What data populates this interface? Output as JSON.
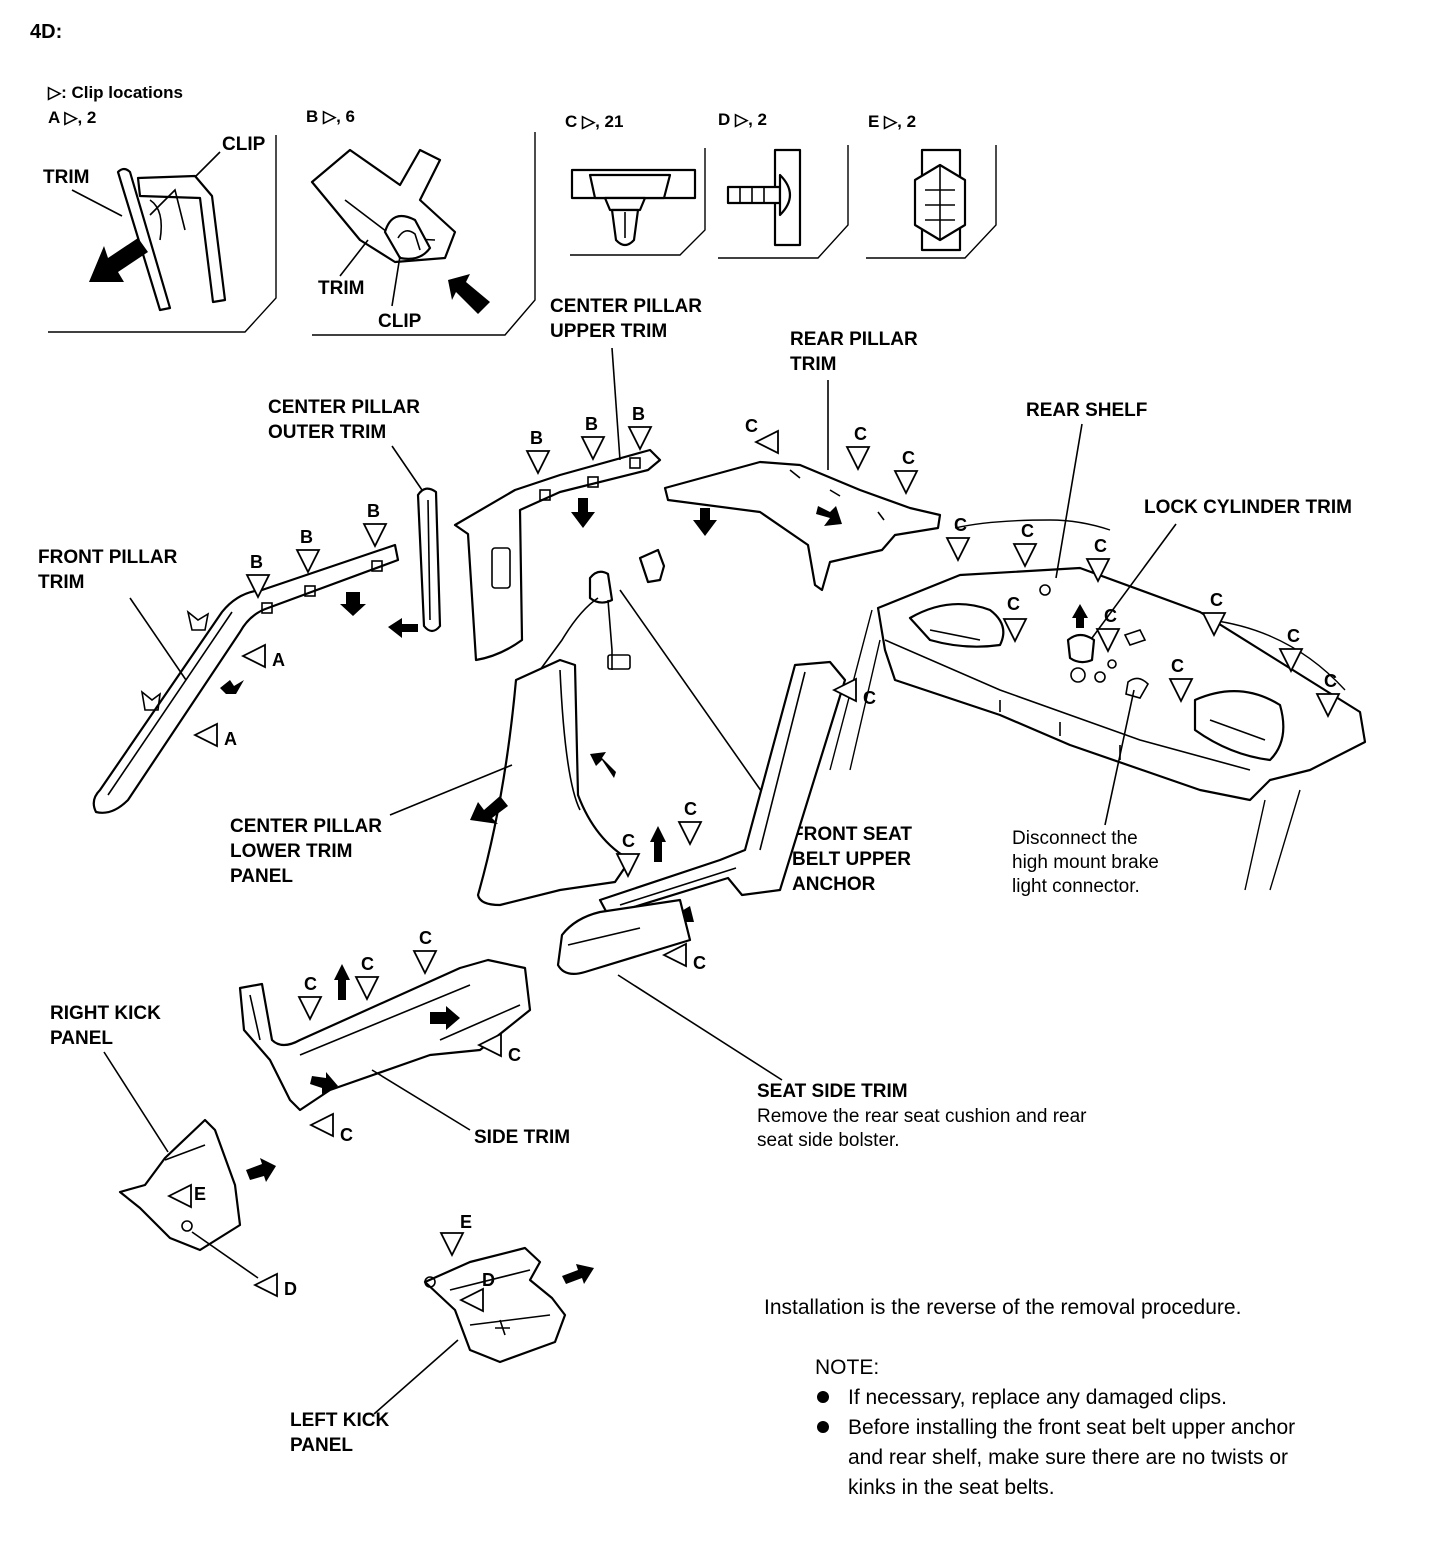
{
  "heading": "4D:",
  "legend": "▷: Clip locations",
  "clip_types": [
    {
      "id": "A",
      "label": "A ▷, 2"
    },
    {
      "id": "B",
      "label": "B ▷, 6"
    },
    {
      "id": "C",
      "label": "C ▷, 21"
    },
    {
      "id": "D",
      "label": "D ▷, 2"
    },
    {
      "id": "E",
      "label": "E ▷, 2"
    }
  ],
  "detail_labels": {
    "a_trim": "TRIM",
    "a_clip": "CLIP",
    "b_trim": "TRIM",
    "b_clip": "CLIP"
  },
  "parts": {
    "front_pillar_trim": [
      "FRONT PILLAR",
      "TRIM"
    ],
    "center_pillar_outer_trim": [
      "CENTER PILLAR",
      "OUTER TRIM"
    ],
    "center_pillar_upper_trim": [
      "CENTER PILLAR",
      "UPPER TRIM"
    ],
    "rear_pillar_trim": [
      "REAR PILLAR",
      "TRIM"
    ],
    "rear_shelf": "REAR SHELF",
    "lock_cylinder_trim": "LOCK CYLINDER TRIM",
    "center_pillar_lower_trim": [
      "CENTER PILLAR",
      "LOWER TRIM",
      "PANEL"
    ],
    "front_seat_belt_anchor": [
      "FRONT SEAT",
      "BELT UPPER",
      "ANCHOR"
    ],
    "right_kick_panel": [
      "RIGHT KICK",
      "PANEL"
    ],
    "side_trim": "SIDE TRIM",
    "seat_side_trim": "SEAT SIDE TRIM",
    "left_kick_panel": [
      "LEFT KICK",
      "PANEL"
    ]
  },
  "callouts": {
    "brake_light": [
      "Disconnect the",
      "high mount brake",
      "light connector."
    ],
    "seat_side": [
      "Remove the rear seat cushion and rear",
      "seat side bolster."
    ]
  },
  "clip_marks": {
    "A": "A",
    "B": "B",
    "C": "C",
    "D": "D",
    "E": "E"
  },
  "installation": "Installation is the reverse of the removal procedure.",
  "note_title": "NOTE:",
  "notes": [
    [
      "If necessary, replace any damaged clips."
    ],
    [
      "Before installing the front seat belt upper anchor",
      "and rear shelf, make sure there are no twists or",
      "kinks in the seat belts."
    ]
  ]
}
